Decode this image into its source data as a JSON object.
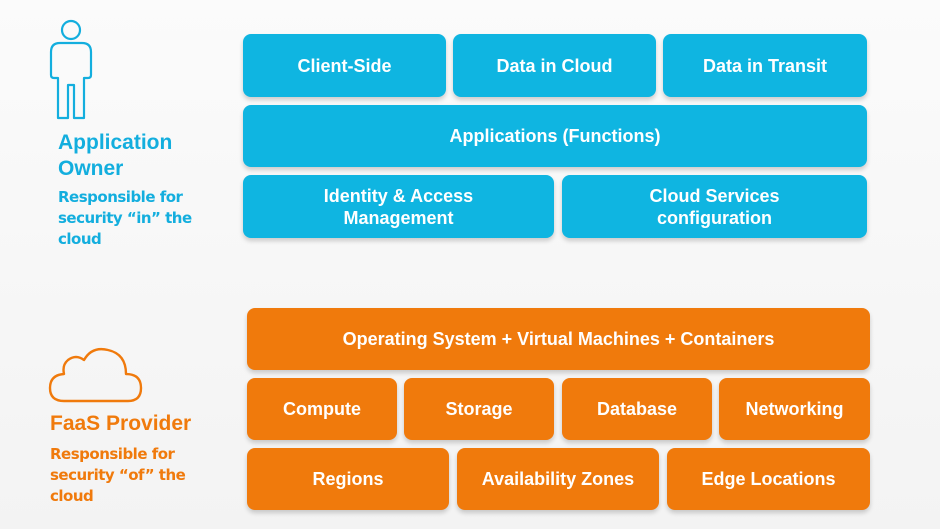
{
  "colors": {
    "owner": "#0fb5e1",
    "provider": "#f07a0c"
  },
  "owner": {
    "icon": "person-icon",
    "title_line1": "Application",
    "title_line2": "Owner",
    "desc_line1": "Responsible for",
    "desc_line2": "security “in” the",
    "desc_line3": "cloud",
    "layers": {
      "row1": [
        "Client-Side",
        "Data in Cloud",
        "Data in Transit"
      ],
      "row2": "Applications (Functions)",
      "row3": [
        {
          "line1": "Identity & Access",
          "line2": "Management"
        },
        {
          "line1": "Cloud Services",
          "line2": "configuration"
        }
      ]
    }
  },
  "provider": {
    "icon": "cloud-icon",
    "title": "FaaS Provider",
    "desc_line1": "Responsible for",
    "desc_line2": "security “of” the",
    "desc_line3": "cloud",
    "layers": {
      "row1": "Operating System + Virtual Machines + Containers",
      "row2": [
        "Compute",
        "Storage",
        "Database",
        "Networking"
      ],
      "row3": [
        "Regions",
        "Availability Zones",
        "Edge Locations"
      ]
    }
  }
}
